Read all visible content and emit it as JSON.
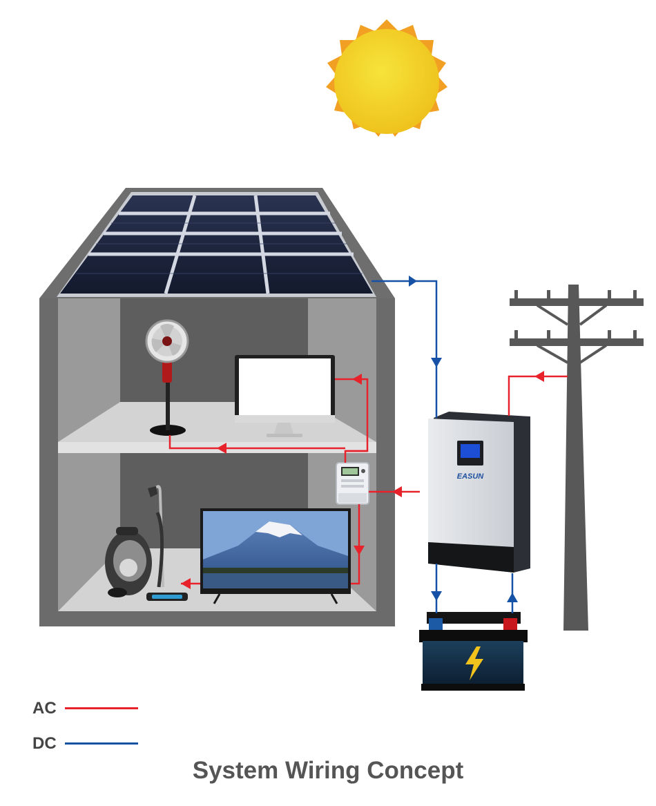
{
  "legend": {
    "ac_label": "AC",
    "dc_label": "DC",
    "ac_color": "#e8222b",
    "dc_color": "#1552a6"
  },
  "title": "System Wiring Concept",
  "inverter": {
    "brand": "EASUN"
  },
  "icons": [
    "sun-icon",
    "solar-panel-icon",
    "house-icon",
    "fan-icon",
    "monitor-icon",
    "tv-icon",
    "vacuum-cleaner-icon",
    "energy-meter-icon",
    "inverter-icon",
    "battery-icon",
    "utility-pole-icon"
  ]
}
